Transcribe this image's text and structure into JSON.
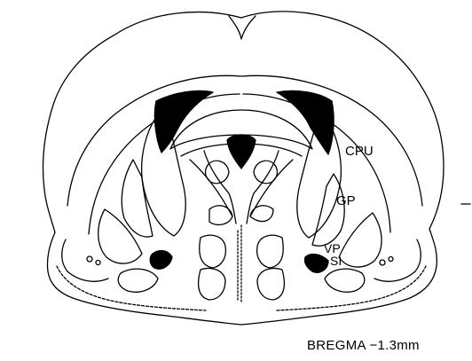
{
  "figure": {
    "labels": {
      "cpu": "CPU",
      "gp": "GP",
      "vp": "VP",
      "si": "SI"
    },
    "bregma": "BREGMA  −1.3mm"
  }
}
